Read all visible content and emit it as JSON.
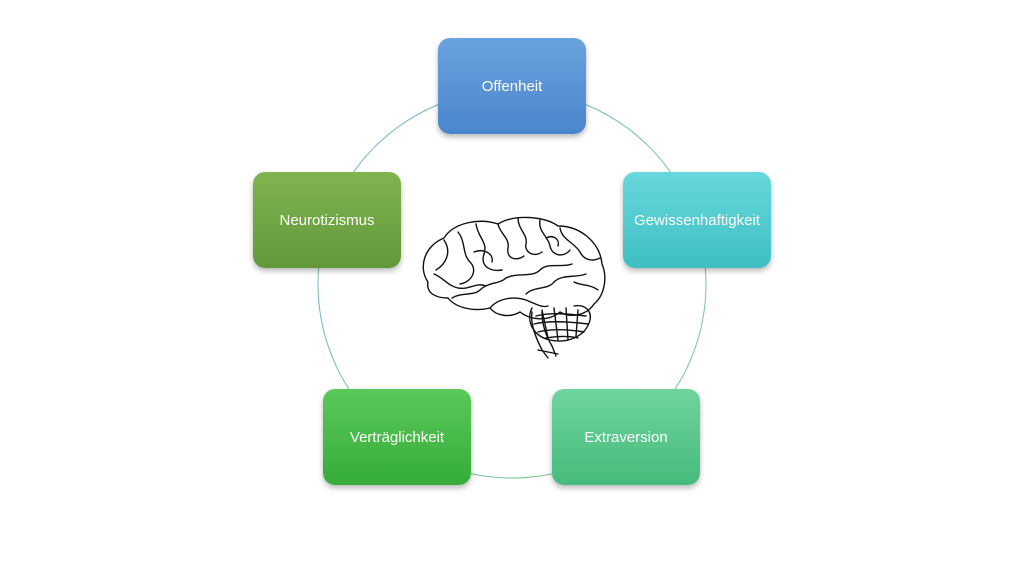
{
  "diagram": {
    "nodes": [
      {
        "label": "Offenheit",
        "color_top": "#6aa2de",
        "color_bottom": "#4a86cc"
      },
      {
        "label": "Gewissenhaftigkeit",
        "color_top": "#67d8dc",
        "color_bottom": "#3fbfc3"
      },
      {
        "label": "Extraversion",
        "color_top": "#6fd49e",
        "color_bottom": "#46bb7c"
      },
      {
        "label": "Verträglichkeit",
        "color_top": "#5ac85a",
        "color_bottom": "#36ad38"
      },
      {
        "label": "Neurotizismus",
        "color_top": "#7fb44f",
        "color_bottom": "#62983a"
      }
    ],
    "center_icon": "brain-icon",
    "ring_color_start": "#6cb0d8",
    "ring_color_end": "#7ccc7c"
  }
}
